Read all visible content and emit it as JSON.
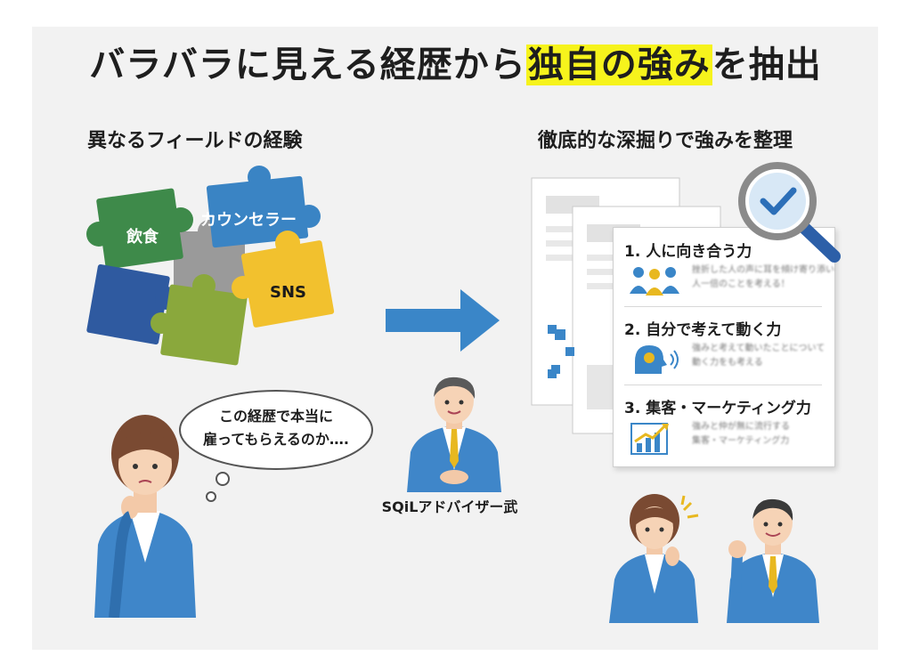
{
  "title": {
    "before": "バラバラに見える経歴から",
    "highlight": "独自の強み",
    "after": "を抽出"
  },
  "left": {
    "heading": "異なるフィールドの経験",
    "pieces": [
      "飲食",
      "カウンセラー",
      "SNS"
    ],
    "thought": {
      "line1": "この経歴で本当に",
      "line2": "雇ってもらえるのか…."
    }
  },
  "middle": {
    "advisor_label": "SQiLアドバイザー武"
  },
  "right": {
    "heading": "徹底的な深掘りで強みを整理",
    "strengths": [
      {
        "label": "1. 人に向き合う力",
        "desc_line1": "挫折した人の声に耳を傾け寄り添い",
        "desc_line2": "人一倍のことを考える！"
      },
      {
        "label": "2. 自分で考えて動く力",
        "desc_line1": "強みと考えて動いたことについて",
        "desc_line2": "動く力をも考える"
      },
      {
        "label": "3. 集客・マーケティング力",
        "desc_line1": "強みと仲が無に流行する",
        "desc_line2": "集客・マーケティング力"
      }
    ]
  },
  "colors": {
    "highlight": "#f6f31c",
    "arrow": "#3a86c8",
    "suit": "#3f86c9",
    "puzzle_green": "#3e8a4a",
    "puzzle_blue": "#3a84c4",
    "puzzle_gray": "#9a9a9a",
    "puzzle_yellow": "#f2c12e",
    "puzzle_navy": "#2f5aa0",
    "puzzle_olive": "#8aa83c"
  }
}
